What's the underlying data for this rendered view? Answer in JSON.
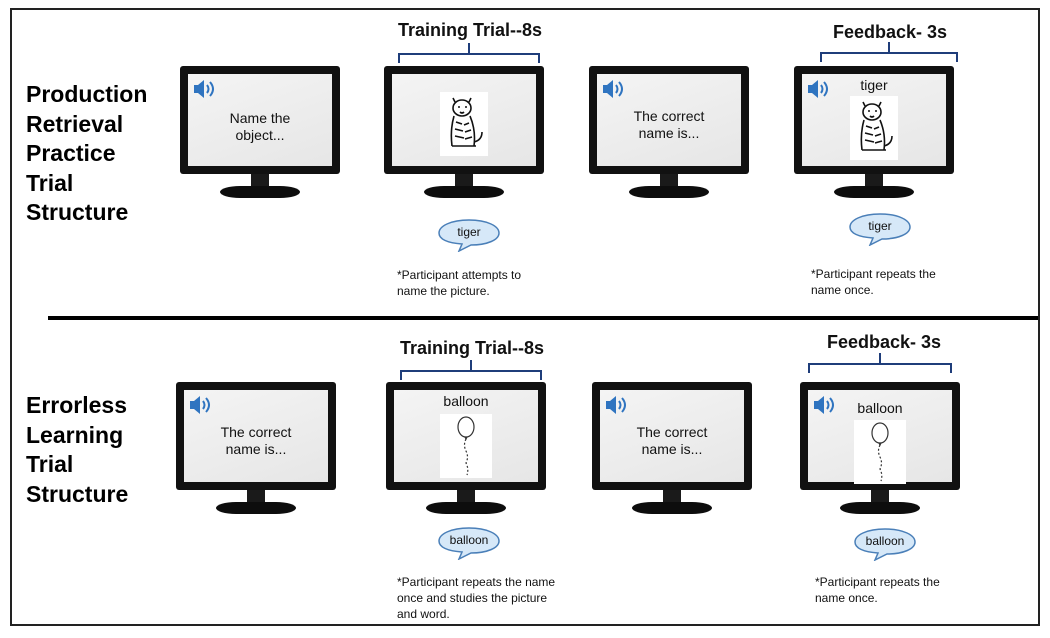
{
  "rows": [
    {
      "title_lines": [
        "Production",
        "Retrieval",
        "Practice",
        "Trial",
        "Structure"
      ],
      "training_label": "Training Trial--8s",
      "feedback_label": "Feedback- 3s",
      "screens": [
        {
          "lines": [
            "Name the",
            "object..."
          ],
          "word": "",
          "picture": ""
        },
        {
          "lines": [],
          "word": "",
          "picture": "tiger-icon"
        },
        {
          "lines": [
            "The correct",
            "name is..."
          ],
          "word": "",
          "picture": ""
        },
        {
          "lines": [],
          "word": "tiger",
          "picture": "tiger-icon"
        }
      ],
      "speech_training": "tiger",
      "speech_feedback": "tiger",
      "note_training": [
        "*Participant attempts to",
        "name the picture."
      ],
      "note_feedback": [
        "*Participant repeats the",
        "name once."
      ]
    },
    {
      "title_lines": [
        "Errorless",
        "Learning",
        "Trial",
        "Structure"
      ],
      "training_label": "Training Trial--8s",
      "feedback_label": "Feedback- 3s",
      "screens": [
        {
          "lines": [
            "The correct",
            "name is..."
          ],
          "word": "",
          "picture": ""
        },
        {
          "lines": [],
          "word": "balloon",
          "picture": "balloon-icon"
        },
        {
          "lines": [
            "The correct",
            "name is..."
          ],
          "word": "",
          "picture": ""
        },
        {
          "lines": [],
          "word": "balloon",
          "picture": "balloon-icon"
        }
      ],
      "speech_training": "balloon",
      "speech_feedback": "balloon",
      "note_training": [
        "*Participant repeats the name",
        "once and studies the picture",
        "and word."
      ],
      "note_feedback": [
        "*Participant repeats the",
        "name once."
      ]
    }
  ],
  "icons": {
    "speaker": "speaker-icon",
    "speech": "speech-bubble-icon"
  },
  "colors": {
    "bracket": "#1f3d7a",
    "speaker": "#2f74c0",
    "bubble_fill": "#d6e8f8",
    "bubble_stroke": "#4a7fb8"
  }
}
